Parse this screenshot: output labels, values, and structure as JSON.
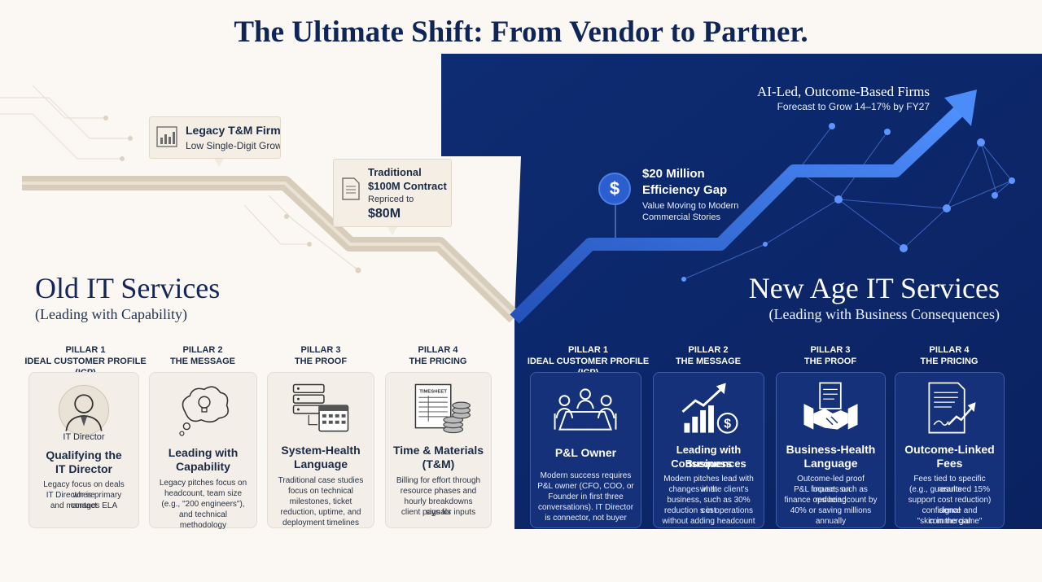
{
  "title": "The Ultimate Shift: From Vendor to Partner.",
  "callouts": {
    "legacy": {
      "title": "Legacy T&M Firms",
      "subtitle": "Low Single-Digit Growth"
    },
    "traditional": {
      "line1": "Traditional",
      "line2": "$100M Contract",
      "line3": "Repriced to",
      "line4": "$80M"
    },
    "gap": {
      "title_line1": "$20 Million",
      "title_line2": "Efficiency Gap",
      "sub_line1": "Value Moving to Modern",
      "sub_line2": "Commercial Stories"
    },
    "ai": {
      "title": "AI-Led, Outcome-Based Firms",
      "subtitle": "Forecast to Grow 14–17% by FY27"
    }
  },
  "old": {
    "heading": "Old IT Services",
    "subheading": "(Leading with Capability)",
    "pillars": [
      {
        "label": "PILLAR 1",
        "name": "IDEAL CUSTOMER PROFILE (ICP)",
        "caption": "IT Director",
        "title_line1": "Qualifying the",
        "title_line2": "IT Director",
        "desc": [
          "Legacy focus on deals where",
          "IT Director is primary contact",
          "and manages ELA"
        ]
      },
      {
        "label": "PILLAR 2",
        "name": "THE MESSAGE",
        "title_line1": "Leading with",
        "title_line2": "Capability",
        "desc": [
          "Legacy pitches focus on",
          "headcount, team size",
          "(e.g., \"200 engineers\"),",
          "and technical methodology"
        ]
      },
      {
        "label": "PILLAR 3",
        "name": "THE PROOF",
        "title_line1": "System-Health",
        "title_line2": "Language",
        "desc": [
          "Traditional case studies",
          "focus on technical",
          "milestones, ticket",
          "reduction, uptime, and",
          "deployment timelines"
        ]
      },
      {
        "label": "PILLAR 4",
        "name": "THE PRICING",
        "icon_text": "TIMESHEET",
        "title_line1": "Time & Materials",
        "title_line2": "(T&M)",
        "desc": [
          "Billing for effort through",
          "resource phases and",
          "hourly breakdowns signals",
          "client pays for inputs"
        ]
      }
    ]
  },
  "new": {
    "heading": "New Age IT Services",
    "subheading": "(Leading with Business Consequences)",
    "pillars": [
      {
        "label": "PILLAR 1",
        "name": "IDEAL CUSTOMER PROFILE (ICP)",
        "title_line1": "P&L Owner",
        "title_line2": "",
        "desc": [
          "Modern success requires",
          "P&L owner (CFO, COO, or",
          "Founder in first three",
          "conversations). IT Director",
          "is connector, not buyer"
        ]
      },
      {
        "label": "PILLAR 2",
        "name": "THE MESSAGE",
        "title_line1": "Leading with Business",
        "title_line2": "Consequences",
        "desc": [
          "Modern pitches lead with what",
          "changes in the client's",
          "business, such as 30% cost",
          "reduction s in operations",
          "without adding headcount"
        ]
      },
      {
        "label": "PILLAR 3",
        "name": "THE PROOF",
        "title_line1": "Business-Health",
        "title_line2": "Language",
        "desc": [
          "Outcome-led proof focuses on",
          "P&L impact, such as reducing",
          "finance ops headcount by",
          "40% or saving millions",
          "annually"
        ]
      },
      {
        "label": "PILLAR 4",
        "name": "THE PRICING",
        "title_line1": "Outcome-Linked",
        "title_line2": "Fees",
        "desc": [
          "Fees tied to specific results",
          "(e.g., guaranteed 15%",
          "support cost reduction) signal",
          "confidence and commercial",
          "\"skin in the game\""
        ]
      }
    ]
  },
  "colors": {
    "navy": "#0d2a6b",
    "title": "#0f2557",
    "beige_path": "#d6c9b6",
    "blue_arrow": "#3f7ff0"
  }
}
